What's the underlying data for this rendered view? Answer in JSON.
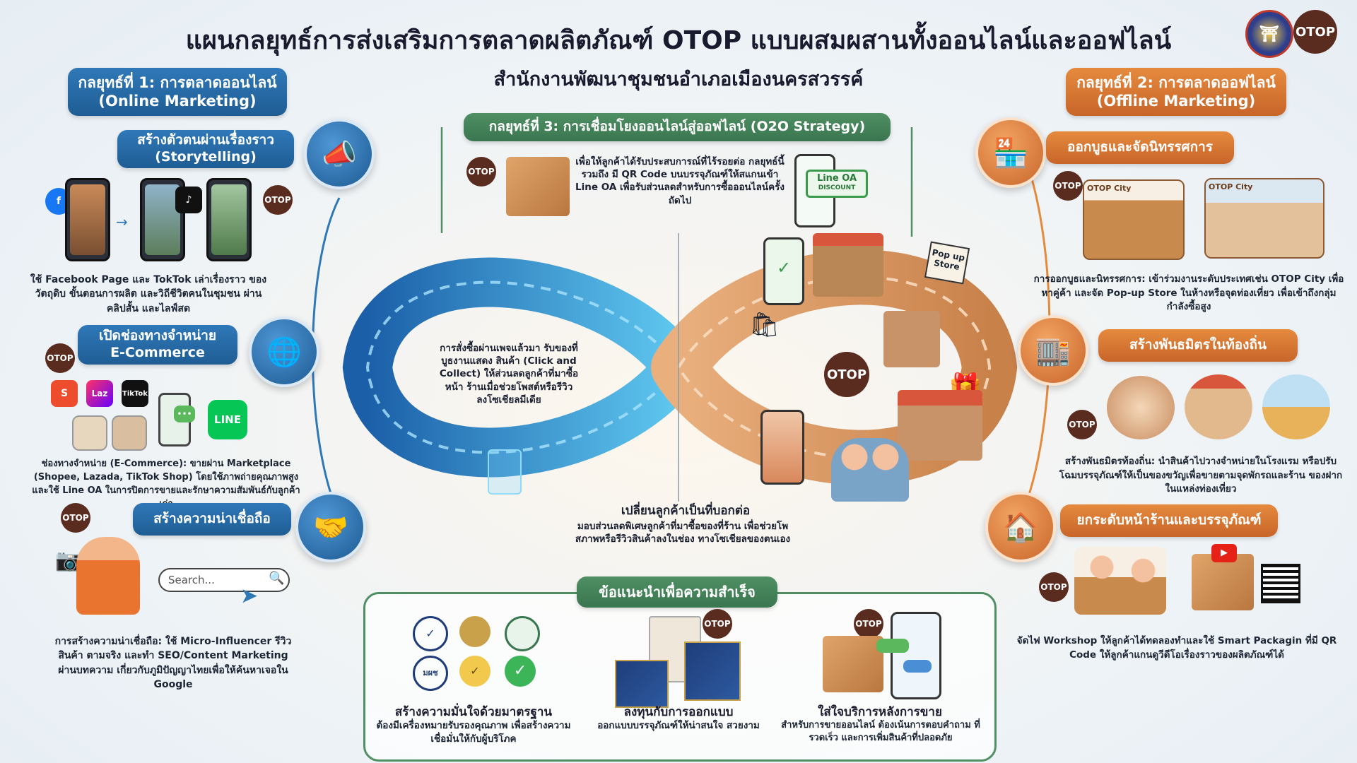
{
  "header": {
    "title": "แผนกลยุทธ์การส่งเสริมการตลาดผลิตภัณฑ์ OTOP แบบผสมผสานทั้งออนไลน์และออฟไลน์",
    "subtitle": "สำนักงานพัฒนาชุมชนอำเภอเมืองนครสวรรค์",
    "logo_otop": "OTOP"
  },
  "otop_label": "OTOP",
  "strategy1": {
    "title_line1": "กลยุทธ์ที่ 1: การตลาดออนไลน์",
    "title_line2": "(Online Marketing)",
    "items": [
      {
        "title_line1": "สร้างตัวตนผ่านเรื่องราว",
        "title_line2": "(Storytelling)",
        "desc": "ใช้ Facebook Page และ TokTok เล่าเรื่องราว ของวัตถุดิบ ขั้นตอนการผลิต และวิถีชีวิตคนในชุมชน ผ่านคลิปสั้น และไลฟ์สด"
      },
      {
        "title_line1": "เปิดช่องทางจำหน่าย",
        "title_line2": "E-Commerce",
        "desc": "ช่องทางจำหน่าย (E-Commerce): ขายผ่าน Marketplace (Shopee, Lazada, TikTok Shop) โดยใช้ภาพถ่ายคุณภาพสูง และใช้ Line OA ในการปิดการขายและรักษาความสัมพันธ์กับลูกค้าเก่า"
      },
      {
        "title_line1": "สร้างความน่าเชื่อถือ",
        "title_line2": "",
        "desc": "การสร้างความน่าเชื่อถือ: ใช้ Micro-Influencer รีวิวสินค้า ตามจริง และทำ SEO/Content Marketing ผ่านบทความ เกี่ยวกับภูมิปัญญาไทยเพื่อให้ค้นหาเจอใน Google"
      }
    ],
    "search_placeholder": "Search...",
    "apps": [
      "S",
      "Laz",
      "TikTok",
      "LINE"
    ]
  },
  "strategy2": {
    "title_line1": "กลยุทธ์ที่ 2: การตลาดออฟไลน์",
    "title_line2": "(Offline Marketing)",
    "items": [
      {
        "title": "ออกบูธและจัดนิทรรศการ",
        "desc": "การออกบูธและนิทรรศการ: เข้าร่วมงานระดับประเทศเช่น OTOP City เพื่อหาคู่ค้า และจัด Pop-up Store ในห้างหรือจุดท่องเที่ยว เพื่อเข้าถึงกลุ่มกำลังซื้อสูง",
        "booth1": "OTOP City",
        "booth2": "OTOP City"
      },
      {
        "title": "สร้างพันธมิตรในท้องถิ่น",
        "desc": "สร้างพันธมิตรท้องถิ่น: นำสินค้าไปวางจำหน่ายในโรงแรม หรือปรับโฉมบรรจุภัณฑ์ให้เป็นของขวัญเพื่อขายตามจุดพักรถและร้าน ของฝากในแหล่งท่องเที่ยว"
      },
      {
        "title": "ยกระดับหน้าร้านและบรรจุภัณฑ์",
        "desc": "จัดไฟ Workshop ให้ลูกค้าได้ทดลองทำและใช้ Smart Packagin ที่มี QR Code ให้ลูกค้าแกนดูวีดีโอเรื่องราวของผลิตภัณฑ์ได้"
      }
    ]
  },
  "strategy3": {
    "title": "กลยุทธ์ที่ 3: การเชื่อมโยงออนไลน์สู่ออฟไลน์ (O2O Strategy)",
    "desc": "เพื่อให้ลูกค้าได้รับประสบการณ์ที่ไร้รอยต่อ กลยุทธ์นี้รวมถึง มี QR Code บนบรรจุภัณฑ์ให้สแกนเข้า Line OA เพื่อรับส่วนลดสำหรับการซื้อออนไลน์ครั้งถัดไป",
    "line_oa": "Line OA",
    "line_oa_sub": "DISCOUNT",
    "popup_store": "Pop up Store",
    "center_text": "การสั่งซื้อผ่านเพจแล้วมา รับของที่บูธงานแสดง สินค้า (Click and Collect) ให้ส่วนลดลูกค้าที่มาซื้อหน้า ร้านเมื่อช่วยโพสต์หรือรีวิว ลงโซเชียลมีเดีย",
    "bottom_title": "เปลี่ยนลูกค้าเป็นที่บอกต่อ",
    "bottom_desc": "มอบส่วนลดพิเศษลูกค้าที่มาซื้อของที่ร้าน เพื่อช่วยโพสภาพหรือรีวิวสินค้าลงในช่อง ทางโซเชียลของตนเอง",
    "center_logo": "OTOP"
  },
  "tips": {
    "title": "ข้อแนะนำเพื่อความสำเร็จ",
    "items": [
      {
        "title": "สร้างความมั่นใจด้วยมาตรฐาน",
        "desc": "ต้องมีเครื่องหมายรับรองคุณภาพ เพื่อสร้างความเชื่อมั่นให้กับผู้บริโภค"
      },
      {
        "title": "ลงทุนกับการออกแบบ",
        "desc": "ออกแบบบรรจุภัณฑ์ให้น่าสนใจ สวยงาม"
      },
      {
        "title": "ใส่ใจบริการหลังการขาย",
        "desc": "สำหรับการขายออนไลน์ ต้องเน้นการตอบคำถาม ที่รวดเร็ว และการเพิ่มสินค้าที่ปลอดภัย"
      }
    ],
    "badge_label": "มผช"
  },
  "colors": {
    "blue": "#1f5d94",
    "orange": "#c8652a",
    "green": "#3a7650",
    "otop_brown": "#5a2c20"
  }
}
